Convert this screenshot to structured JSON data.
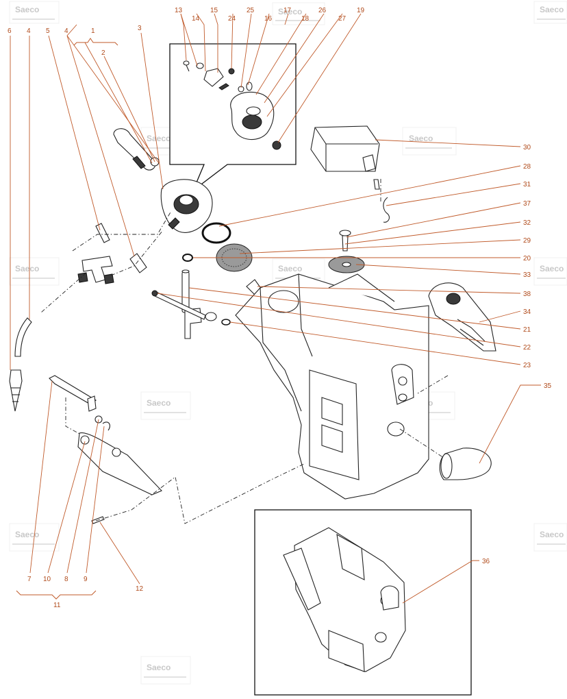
{
  "brand": "Saeco",
  "colors": {
    "callout": "#b04a1a",
    "leader": "#c05a2a",
    "ink": "#222222",
    "watermark": "#c8c8c8"
  },
  "callouts": [
    {
      "id": "13",
      "label": "13"
    },
    {
      "id": "14",
      "label": "14"
    },
    {
      "id": "15",
      "label": "15"
    },
    {
      "id": "24",
      "label": "24"
    },
    {
      "id": "25",
      "label": "25"
    },
    {
      "id": "16",
      "label": "16"
    },
    {
      "id": "17",
      "label": "17"
    },
    {
      "id": "26",
      "label": "26"
    },
    {
      "id": "18",
      "label": "18"
    },
    {
      "id": "27",
      "label": "27"
    },
    {
      "id": "19",
      "label": "19"
    },
    {
      "id": "6",
      "label": "6"
    },
    {
      "id": "4a",
      "label": "4"
    },
    {
      "id": "5",
      "label": "5"
    },
    {
      "id": "4b",
      "label": "4"
    },
    {
      "id": "1",
      "label": "1"
    },
    {
      "id": "2",
      "label": "2"
    },
    {
      "id": "3",
      "label": "3"
    },
    {
      "id": "30",
      "label": "30"
    },
    {
      "id": "28",
      "label": "28"
    },
    {
      "id": "31",
      "label": "31"
    },
    {
      "id": "37",
      "label": "37"
    },
    {
      "id": "32",
      "label": "32"
    },
    {
      "id": "29",
      "label": "29"
    },
    {
      "id": "20",
      "label": "20"
    },
    {
      "id": "33",
      "label": "33"
    },
    {
      "id": "38",
      "label": "38"
    },
    {
      "id": "34",
      "label": "34"
    },
    {
      "id": "21",
      "label": "21"
    },
    {
      "id": "22",
      "label": "22"
    },
    {
      "id": "23",
      "label": "23"
    },
    {
      "id": "35",
      "label": "35"
    },
    {
      "id": "36",
      "label": "36"
    },
    {
      "id": "7",
      "label": "7"
    },
    {
      "id": "10",
      "label": "10"
    },
    {
      "id": "8",
      "label": "8"
    },
    {
      "id": "9",
      "label": "9"
    },
    {
      "id": "12",
      "label": "12"
    },
    {
      "id": "11",
      "label": "11"
    }
  ]
}
